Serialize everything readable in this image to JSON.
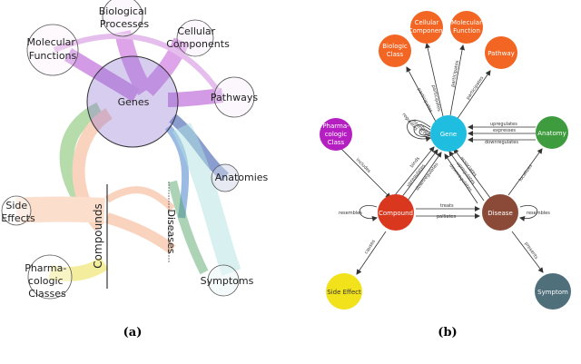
{
  "left_panel": {
    "caption": "(a)",
    "nodes": {
      "bio": "Biological Processes",
      "cell": "Cellular Components",
      "mol": "Molecular Functions",
      "path": "Pathways",
      "genes": "Genes",
      "anat": "Anatomies",
      "side": "Side Effects",
      "pharm": "Pharma-cologic Classes",
      "comp": "Compounds",
      "dis": "Diseases",
      "symp": "Symptoms"
    }
  },
  "right_panel": {
    "caption": "(b)",
    "nodes": {
      "cell": "Cellular Component",
      "mol": "Molecular Function",
      "bio": "Biologic Class",
      "path": "Pathway",
      "pharm": "Pharma-cologic Class",
      "gene": "Gene",
      "anat": "Anatomy",
      "comp": "Compound",
      "dis": "Disease",
      "side": "Side Effect",
      "symp": "Symptom"
    },
    "edges": {
      "participates1": "participates",
      "participates2": "participates",
      "participates3": "participates",
      "participates4": "participates",
      "regulates": "regulates",
      "interacts": "interacts",
      "covaries": "covaries",
      "upregulates_ag": "upregulates",
      "expresses": "expresses",
      "downregulates_ag": "downregulates",
      "includes": "includes",
      "binds": "binds",
      "upregulates_cg": "upregulates",
      "downregulates_cg": "downregulates",
      "associates": "associates",
      "upregulates_dg": "upregulates",
      "downregulates_dg": "downregulates",
      "localizes": "localizes",
      "resembles_c": "resembles",
      "resembles_d": "resembles",
      "treats": "treats",
      "palliates": "palliates",
      "causes": "causes",
      "presents": "presents"
    }
  },
  "colors": {
    "purple_node": "#b51fc2",
    "orange_node": "#f26522",
    "teal_node": "#1fbde0",
    "green_node": "#3e9b3e",
    "red_node": "#d9381e",
    "brown_node": "#8b4a38",
    "yellow_node": "#f2e21c",
    "slate_node": "#4f6f7a"
  }
}
